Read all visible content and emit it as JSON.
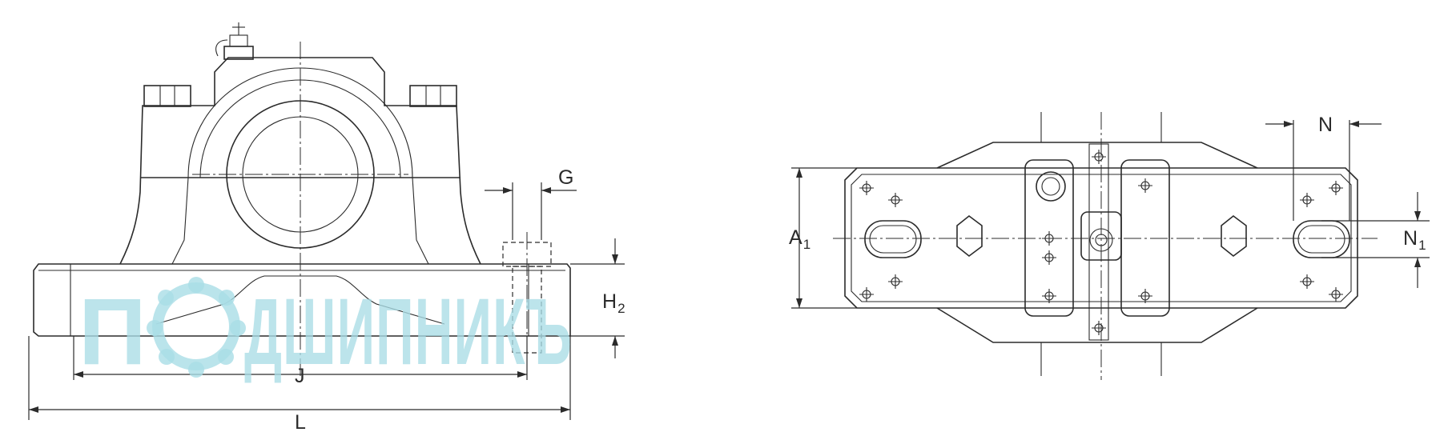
{
  "labels": {
    "G": "G",
    "H2_main": "H",
    "H2_sub": "2",
    "J": "J",
    "L": "L",
    "A1_main": "A",
    "A1_sub": "1",
    "N": "N",
    "N1_main": "N",
    "N1_sub": "1"
  },
  "watermark": {
    "text_left": "П",
    "text_right": "ДШИПНИКЪ",
    "color": "#a9dde6"
  }
}
